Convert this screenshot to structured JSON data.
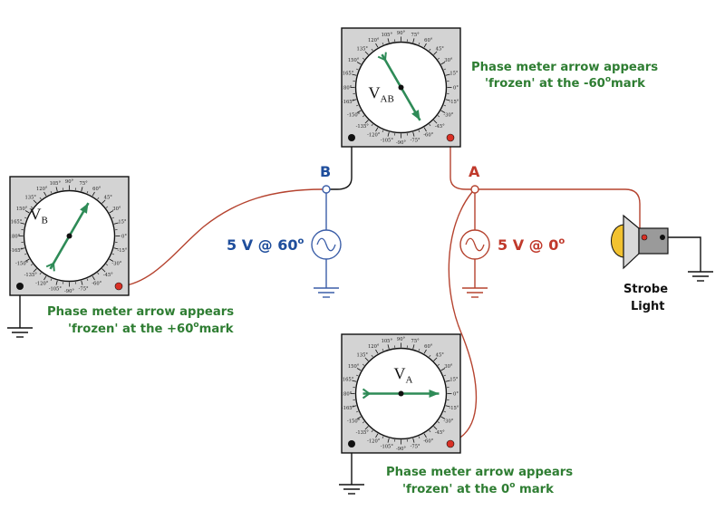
{
  "meters": {
    "vab": {
      "label_main": "V",
      "label_sub": "AB",
      "reading_deg": -60
    },
    "vb": {
      "label_main": "V",
      "label_sub": "B",
      "reading_deg": 60
    },
    "va": {
      "label_main": "V",
      "label_sub": "A",
      "reading_deg": 0
    }
  },
  "scale_ticks": [
    "180°",
    "165°",
    "150°",
    "135°",
    "120°",
    "105°",
    "90°",
    "75°",
    "60°",
    "45°",
    "30°",
    "15°",
    "0°",
    "-15°",
    "-30°",
    "-45°",
    "-60°",
    "-75°",
    "-90°",
    "-105°",
    "-120°",
    "-135°",
    "-150°",
    "-165°"
  ],
  "nodes": {
    "a": "A",
    "b": "B"
  },
  "sources": {
    "b": {
      "text": "5 V @ 60",
      "sup": "o"
    },
    "a": {
      "text": "5 V @ 0",
      "sup": "o"
    }
  },
  "notes": {
    "vab": {
      "line1": "Phase meter arrow appears",
      "line2_pre": "'frozen' at the -60",
      "sup": "o",
      "line2_post": "mark"
    },
    "vb": {
      "line1": "Phase meter arrow appears",
      "line2_pre": "'frozen' at the +60",
      "sup": "o",
      "line2_post": "mark"
    },
    "va": {
      "line1": "Phase meter arrow appears",
      "line2_pre": "'frozen' at the 0",
      "sup": "o",
      "line2_post": " mark"
    }
  },
  "strobe": {
    "line1": "Strobe",
    "line2": "Light"
  },
  "colors": {
    "wire_red": "#b5432f",
    "wire_blue": "#3b5ea8",
    "wire_black": "#111111",
    "needle": "#2e8b57",
    "meter_body": "#d3d3d3",
    "lamp": "#f2c230"
  }
}
